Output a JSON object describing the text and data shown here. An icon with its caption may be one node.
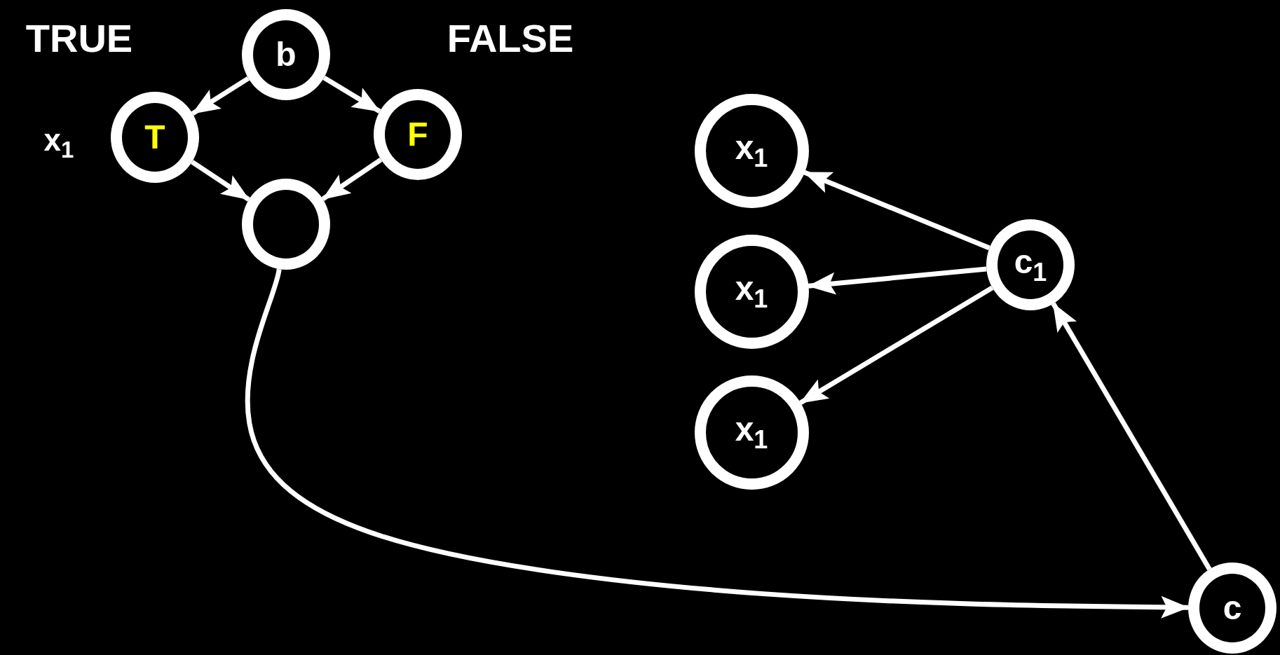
{
  "diagram": {
    "nodes": [
      {
        "text": [
          "b"
        ]
      },
      {
        "text": [
          "T"
        ]
      },
      {
        "text": [
          "F"
        ]
      },
      {
        "text": [],
        "shape": "circle"
      },
      {
        "text": [
          "x$_{1}$"
        ]
      },
      {
        "text": [
          "x$_{1}$"
        ]
      },
      {
        "text": [
          "x$_{1}$"
        ]
      },
      {
        "text": [
          "c$_{1}$"
        ]
      },
      {
        "text": [
          "c"
        ]
      }
    ],
    "edges": [
      {
        "from": 0,
        "to": 1,
        "arrow": "to"
      },
      {
        "from": 0,
        "to": 2,
        "arrow": "to"
      },
      {
        "from": 1,
        "to": 3,
        "arrow": "to"
      },
      {
        "from": 2,
        "to": 3,
        "arrow": "to"
      },
      {
        "from": 3,
        "to": 8,
        "arrow": "to"
      },
      {
        "from": 8,
        "to": 7,
        "arrow": "to"
      },
      {
        "from": 7,
        "to": 4,
        "arrow": "to"
      },
      {
        "from": 7,
        "to": 5,
        "arrow": "to"
      },
      {
        "from": 7,
        "to": 6,
        "arrow": "to"
      }
    ],
    "labels": [
      "TRUE",
      "FALSE",
      "x$_{1}$"
    ]
  }
}
